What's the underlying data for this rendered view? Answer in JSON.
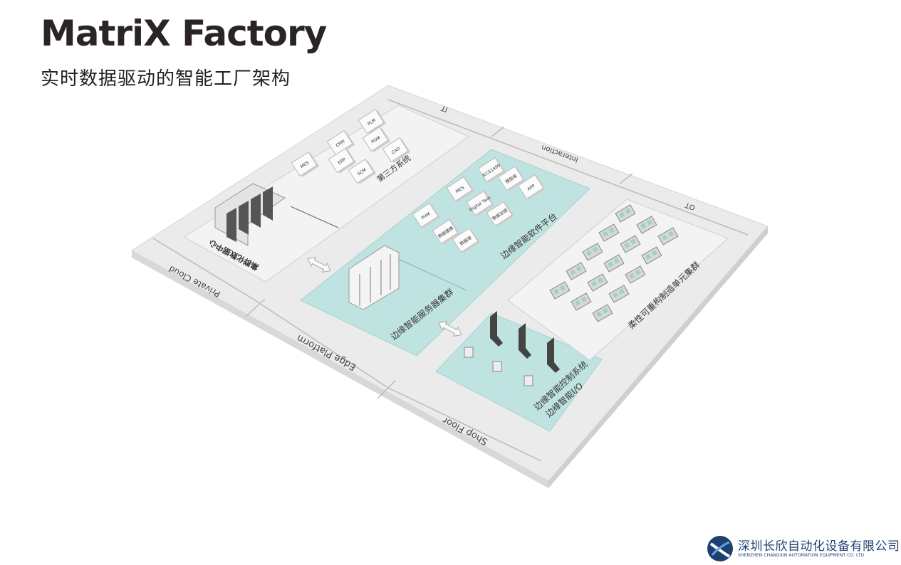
{
  "header": {
    "brand": "MatriX Factory",
    "subtitle": "实时数据驱动的智能工厂架构"
  },
  "layers": {
    "it": "IT",
    "interaction": "Interaction",
    "ot": "OT",
    "private_cloud": "Private Cloud",
    "edge_platform": "Edge Platform",
    "shop_floor": "Shop Floor"
  },
  "zones": {
    "data_center": "集群化数据中心",
    "third_party": "第三方系统",
    "edge_software": "边缘智能软件平台",
    "edge_servers": "边缘智能服务器集群",
    "edge_control": "边缘智能控制系统",
    "edge_io": "边缘智能I/O",
    "manufacturing_cells": "柔性可重构制造单元集群"
  },
  "third_party_systems": [
    "MES",
    "CRM",
    "ERP",
    "PLM",
    "PDM",
    "SCM",
    "CAD"
  ],
  "edge_software_modules": [
    "PHM",
    "数据建模",
    "数据湖",
    "MES",
    "Digital Twin",
    "数据治理",
    "IEC61499",
    "模型库",
    "APP"
  ],
  "company": {
    "name_cn": "深圳长欣自动化设备有限公司",
    "name_en": "SHENZHEN CHANGXIN AUTOMATION EQUIPMENT CO. LTD"
  },
  "colors": {
    "floor": "#ebebeb",
    "plate": "#f2f2f2",
    "teal": "#bfe3e1",
    "brand_blue": "#1f3f72"
  }
}
